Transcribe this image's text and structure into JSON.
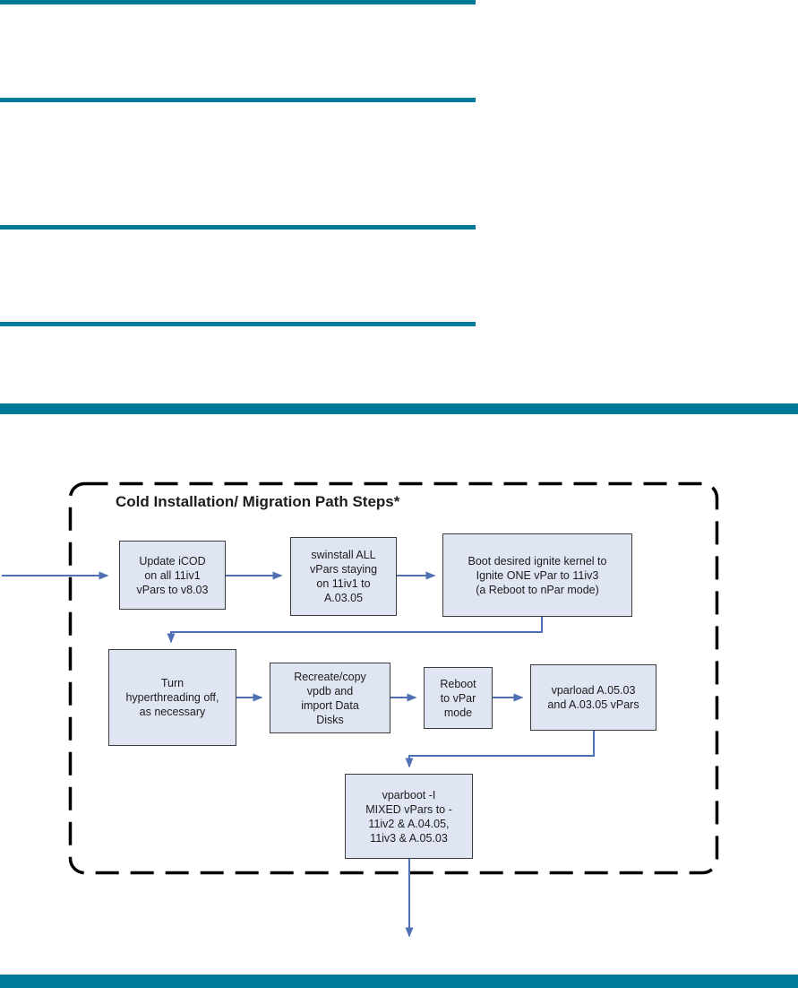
{
  "colors": {
    "teal_bar": "#007a99",
    "arrow": "#5070b5",
    "box_fill": "#dfe5f2",
    "box_border": "#3c3c3c",
    "frame": "#000000",
    "text": "#1c1c1c"
  },
  "decor": {
    "top_rules_count": 4,
    "full_width_bands_count": 2
  },
  "flowchart": {
    "title": "Cold Installation/ Migration Path Steps*",
    "steps": [
      {
        "id": "step-1",
        "label": "Update iCOD\non all 11iv1\nvPars to v8.03"
      },
      {
        "id": "step-2",
        "label": "swinstall ALL\nvPars staying\non 11iv1 to\nA.03.05"
      },
      {
        "id": "step-3",
        "label": "Boot desired ignite kernel to\nIgnite ONE vPar to 11iv3\n(a Reboot to nPar mode)"
      },
      {
        "id": "step-4",
        "label": "Turn\nhyperthreading off,\nas necessary"
      },
      {
        "id": "step-5",
        "label": "Recreate/copy\nvpdb and\nimport Data\nDisks"
      },
      {
        "id": "step-6",
        "label": "Reboot\nto vPar\nmode"
      },
      {
        "id": "step-7",
        "label": "vparload  A.05.03\nand A.03.05 vPars"
      },
      {
        "id": "step-8",
        "label": "vparboot -I\nMIXED vPars to -\n11iv2 & A.04.05,\n11iv3 & A.05.03"
      }
    ],
    "connectors": [
      {
        "from": "page-left-edge",
        "to": "step-1",
        "shape": "straight-right"
      },
      {
        "from": "step-1",
        "to": "step-2",
        "shape": "straight-right"
      },
      {
        "from": "step-2",
        "to": "step-3",
        "shape": "straight-right"
      },
      {
        "from": "step-3",
        "to": "step-4",
        "shape": "elbow-down-left-down"
      },
      {
        "from": "step-4",
        "to": "step-5",
        "shape": "straight-right"
      },
      {
        "from": "step-5",
        "to": "step-6",
        "shape": "straight-right"
      },
      {
        "from": "step-6",
        "to": "step-7",
        "shape": "straight-right"
      },
      {
        "from": "step-7",
        "to": "step-8",
        "shape": "elbow-down-left-down"
      },
      {
        "from": "step-8",
        "to": "off-page-bottom",
        "shape": "straight-down"
      }
    ]
  }
}
